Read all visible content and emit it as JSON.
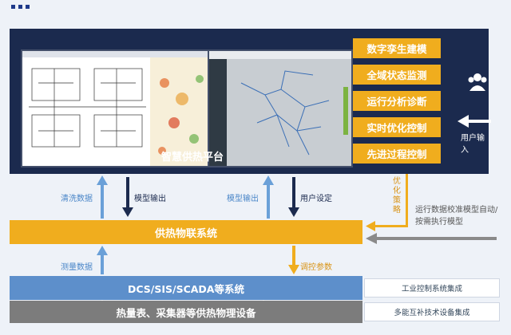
{
  "platform": {
    "title": "智慧供热平台",
    "features": [
      "数字孪生建模",
      "全域状态监测",
      "运行分析诊断",
      "实时优化控制",
      "先进过程控制"
    ],
    "user_input": "用户输入"
  },
  "flows": {
    "clean_data": "清洗数据",
    "model_output_1": "模型输出",
    "model_output_2": "模型输出",
    "user_setting": "用户设定",
    "optimization_strategy": "优化策略",
    "calibration": "运行数据校准模型自动/按需执行模型",
    "measurement_data": "测量数据",
    "control_params": "调控参数"
  },
  "layers": {
    "iot": "供热物联系统",
    "dcs": "DCS/SIS/SCADA等系统",
    "physical": "热量表、采集器等供热物理设备",
    "dcs_side": "工业控制系统集成",
    "physical_side": "多能互补技术设备集成"
  },
  "colors": {
    "navy": "#1b2a4e",
    "orange": "#f0ad1e",
    "blue": "#5d8fcb",
    "gray": "#7c7c7c"
  }
}
